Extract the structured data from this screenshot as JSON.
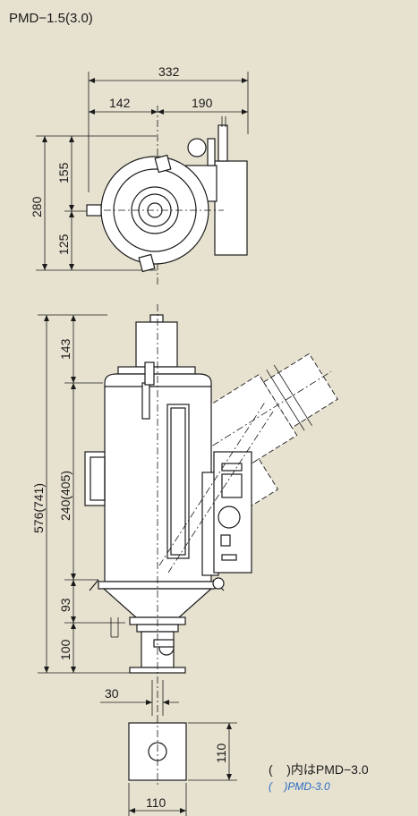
{
  "title": "PMD−1.5(3.0)",
  "dimensions": {
    "total_width": "332",
    "left_width": "142",
    "right_width": "190",
    "top_depth": "280",
    "top_upper": "155",
    "top_lower": "125",
    "total_height": "576(741)",
    "hopper_top": "143",
    "body_height": "240(405)",
    "cone_height": "93",
    "base_height": "100",
    "pipe_width": "30",
    "base_side": "110",
    "base_width": "110"
  },
  "notes": {
    "line1": "(    )内はPMD−3.0",
    "line2": "(    )PMD-3.0"
  }
}
